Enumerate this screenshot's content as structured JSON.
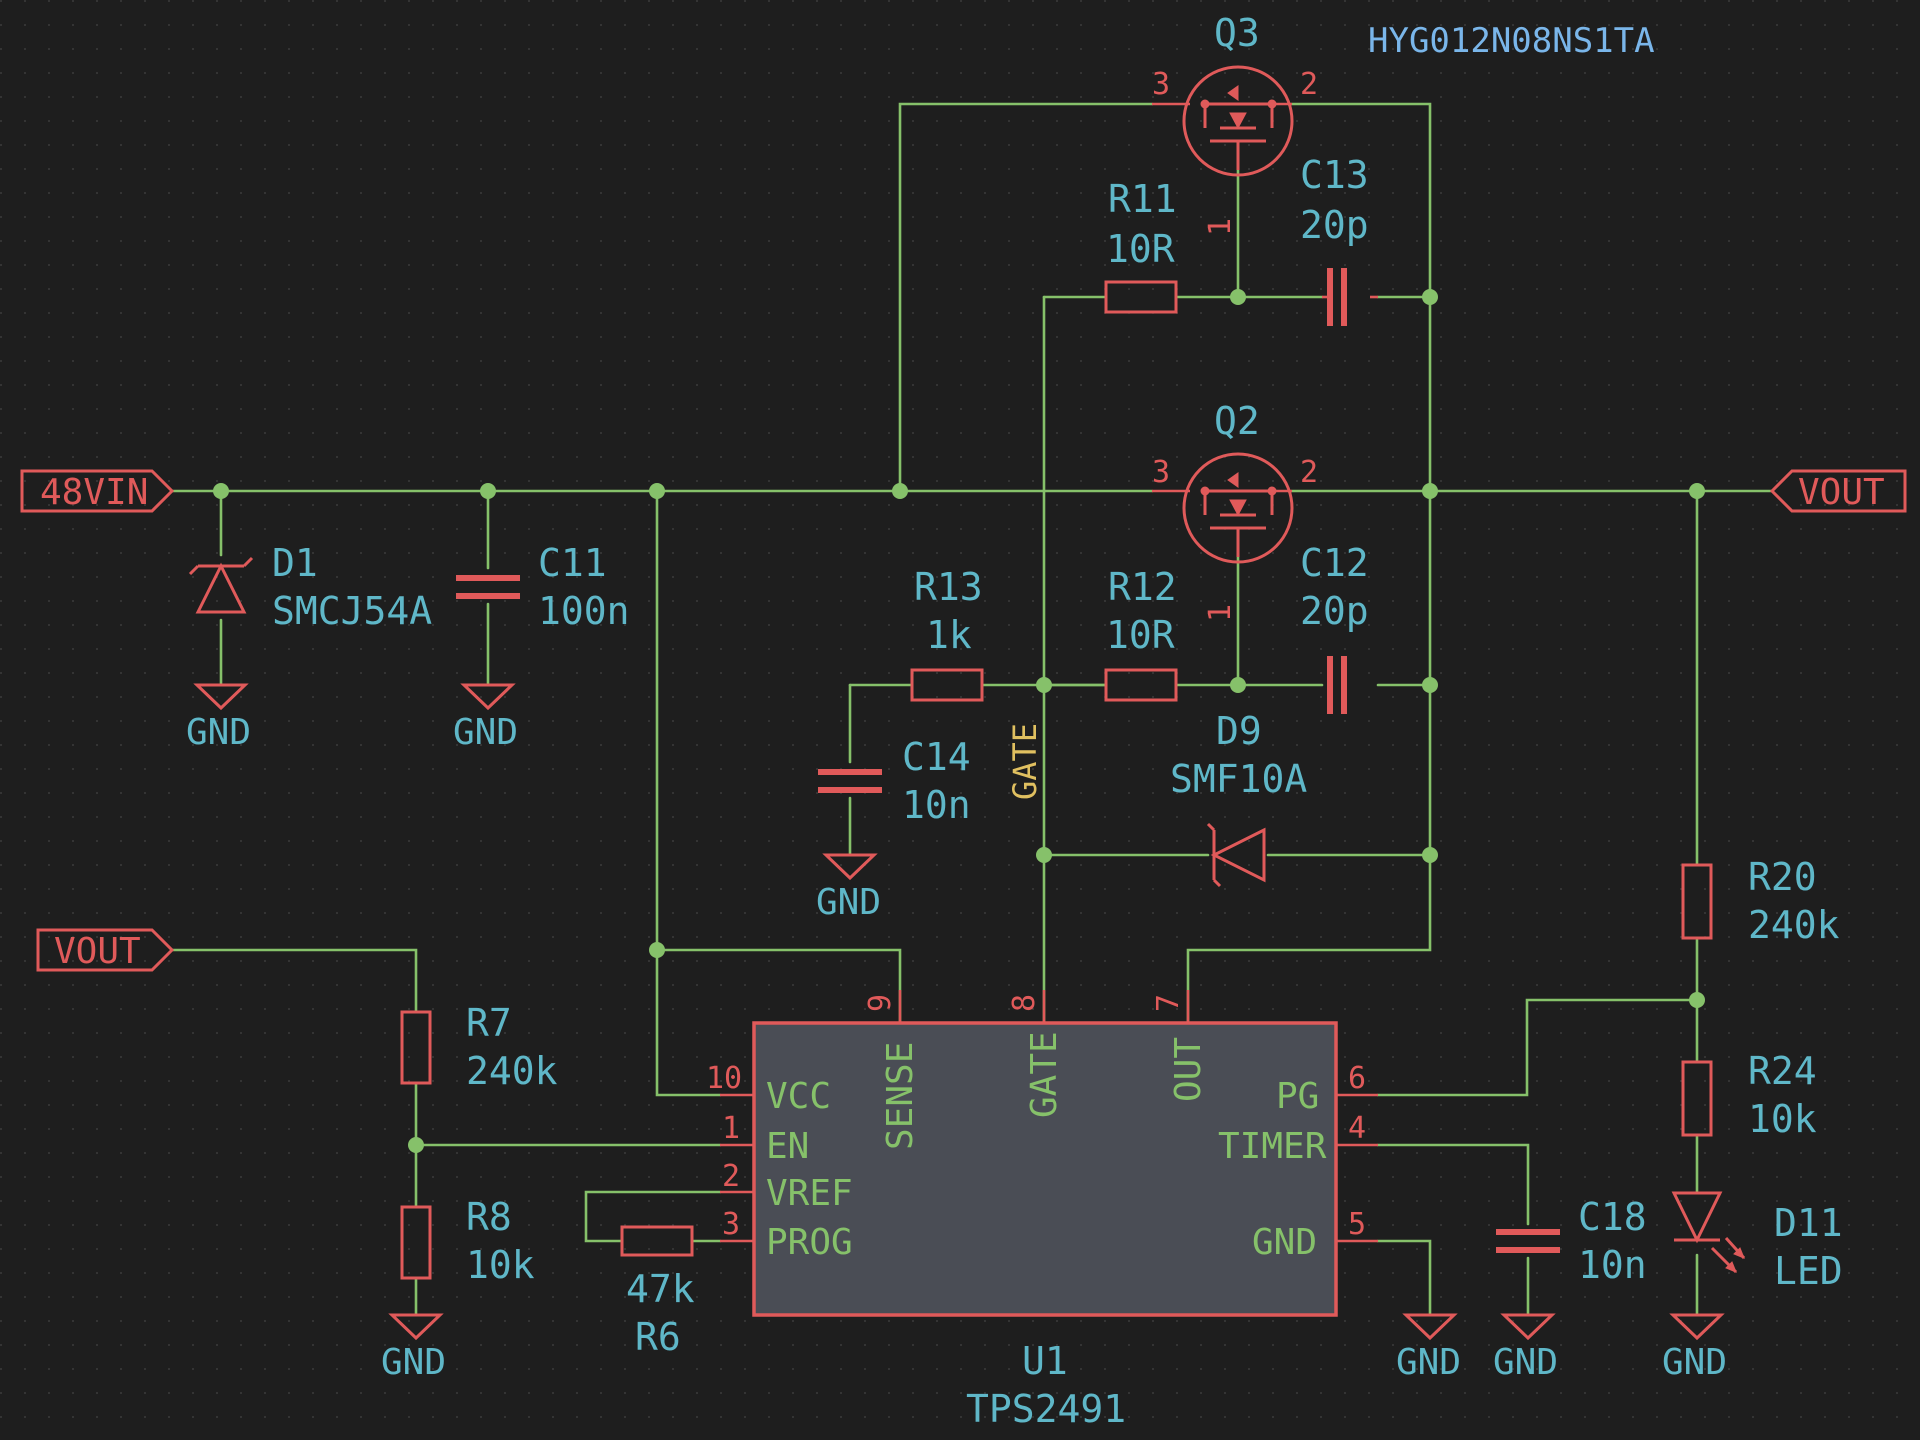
{
  "ports": {
    "in_48v": "48VIN",
    "vout_right": "VOUT",
    "vout_left": "VOUT"
  },
  "q3": {
    "ref": "Q3",
    "part": "HYG012N08NS1TA",
    "pin3": "3",
    "pin2": "2",
    "pin1": "1"
  },
  "q2": {
    "ref": "Q2",
    "pin3": "3",
    "pin2": "2",
    "pin1": "1"
  },
  "r11": {
    "ref": "R11",
    "value": "10R"
  },
  "c13": {
    "ref": "C13",
    "value": "20p"
  },
  "r12": {
    "ref": "R12",
    "value": "10R"
  },
  "c12": {
    "ref": "C12",
    "value": "20p"
  },
  "r13": {
    "ref": "R13",
    "value": "1k"
  },
  "c14": {
    "ref": "C14",
    "value": "10n"
  },
  "d9": {
    "ref": "D9",
    "value": "SMF10A"
  },
  "d1": {
    "ref": "D1",
    "value": "SMCJ54A"
  },
  "c11": {
    "ref": "C11",
    "value": "100n"
  },
  "r20": {
    "ref": "R20",
    "value": "240k"
  },
  "r24": {
    "ref": "R24",
    "value": "10k"
  },
  "d11": {
    "ref": "D11",
    "value": "LED"
  },
  "c18": {
    "ref": "C18",
    "value": "10n"
  },
  "r7": {
    "ref": "R7",
    "value": "240k"
  },
  "r8": {
    "ref": "R8",
    "value": "10k"
  },
  "r6": {
    "ref": "R6",
    "value": "47k"
  },
  "u1": {
    "ref": "U1",
    "value": "TPS2491",
    "pins_left": [
      {
        "num": "10",
        "name": "VCC"
      },
      {
        "num": "1",
        "name": "EN"
      },
      {
        "num": "2",
        "name": "VREF"
      },
      {
        "num": "3",
        "name": "PROG"
      }
    ],
    "pins_top": [
      {
        "num": "9",
        "name": "SENSE"
      },
      {
        "num": "8",
        "name": "GATE"
      },
      {
        "num": "7",
        "name": "OUT"
      }
    ],
    "pins_right": [
      {
        "num": "6",
        "name": "PG"
      },
      {
        "num": "4",
        "name": "TIMER"
      },
      {
        "num": "5",
        "name": "GND"
      }
    ]
  },
  "net_gate": "GATE",
  "gnd_label": "GND",
  "colors": {
    "background": "#1e1e1e",
    "wire": "#86c16a",
    "symbol": "#e05a5a",
    "ic_body": "#4a4d55",
    "reference_text": "#5fb7c8",
    "net_label": "#e0c060",
    "part_number": "#7ab6ea"
  }
}
